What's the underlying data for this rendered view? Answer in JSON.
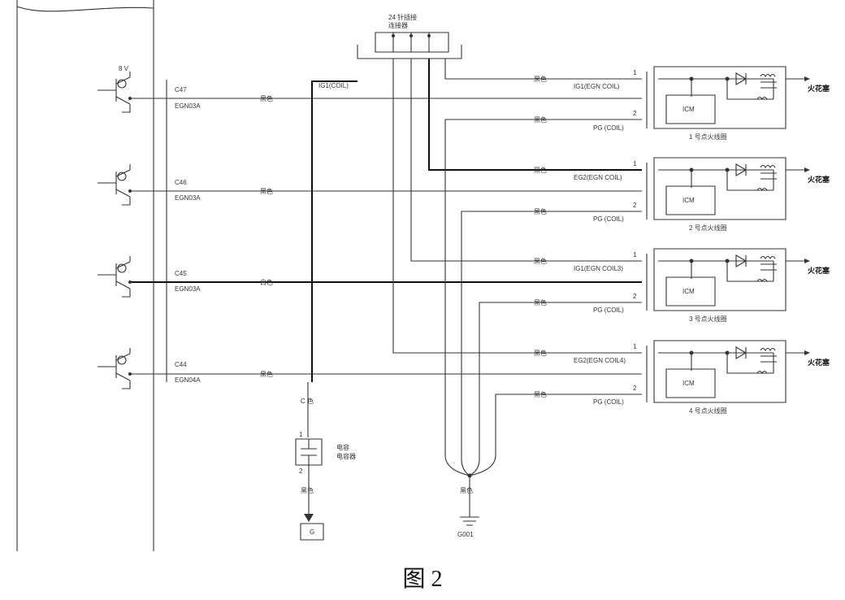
{
  "caption": "图 2",
  "ecu": {
    "power_label": "8 V",
    "channels": [
      {
        "pin": "C47",
        "signal": "EGN03A",
        "wire_color": "黑色"
      },
      {
        "pin": "C46",
        "signal": "EGN03A",
        "wire_color": "黑色"
      },
      {
        "pin": "C45",
        "signal": "EGN03A",
        "wire_color": "白色"
      },
      {
        "pin": "C44",
        "signal": "EGN04A",
        "wire_color": "黑色"
      }
    ]
  },
  "top_relay": {
    "title": "24 针插接",
    "subtitle": "连接器"
  },
  "ig_main_label": "IG1(COIL)",
  "coils": [
    {
      "ig_label": "IG1(EGN COIL)",
      "pg_label": "PG (COIL)",
      "ig_wire_color": "黑色",
      "pg_wire_color": "黑色",
      "pin1": "1",
      "pin2": "2",
      "icm": "ICM",
      "name": "1 号点火线圈",
      "plug_label": "火花塞"
    },
    {
      "ig_label": "EG2(EGN COIL)",
      "pg_label": "PG (COIL)",
      "ig_wire_color": "黑色",
      "pg_wire_color": "黑色",
      "pin1": "1",
      "pin2": "2",
      "icm": "ICM",
      "name": "2 号点火线圈",
      "plug_label": "火花塞"
    },
    {
      "ig_label": "IG1(EGN COIL3)",
      "pg_label": "PG (COIL)",
      "ig_wire_color": "黑色",
      "pg_wire_color": "黑色",
      "pin1": "1",
      "pin2": "2",
      "icm": "ICM",
      "name": "3 号点火线圈",
      "plug_label": "火花塞"
    },
    {
      "ig_label": "EG2(EGN COIL4)",
      "pg_label": "PG (COIL)",
      "ig_wire_color": "黑色",
      "pg_wire_color": "黑色",
      "pin1": "1",
      "pin2": "2",
      "icm": "ICM",
      "name": "4 号点火线圈",
      "plug_label": "火花塞"
    }
  ],
  "capacitor": {
    "top_wire_color": "C 色",
    "label": "电容",
    "sublabel": "电容器",
    "bottom_wire_color": "黑色",
    "pin_top": "1",
    "pin_bottom": "2",
    "ground_label": "G"
  },
  "ground": {
    "wire_color": "黑色",
    "label": "G001"
  }
}
